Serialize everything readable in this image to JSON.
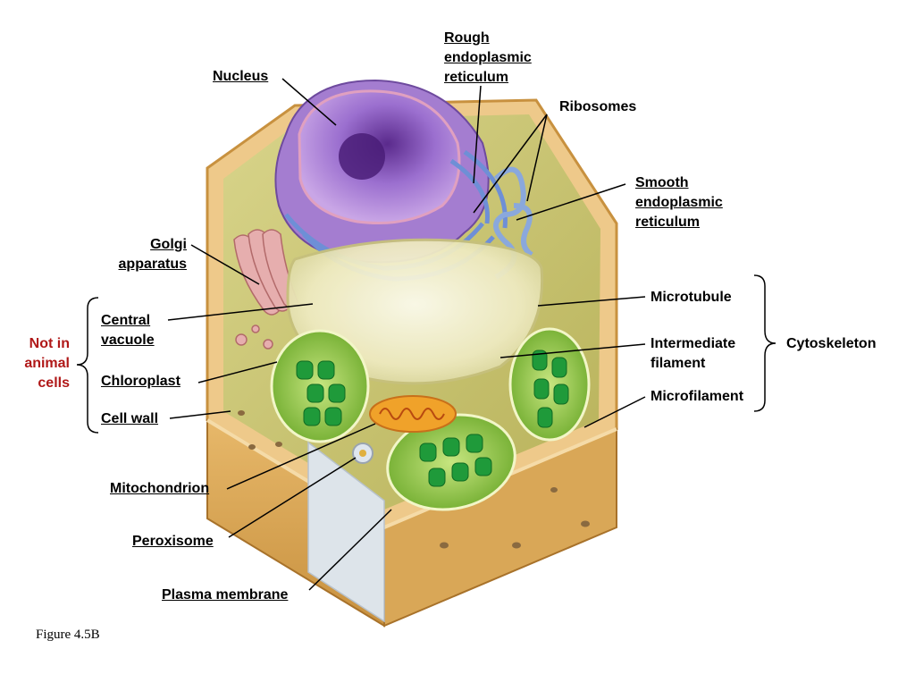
{
  "diagram": {
    "labels": {
      "nucleus": "Nucleus",
      "rough_er": [
        "Rough",
        "endoplasmic",
        "reticulum"
      ],
      "ribosomes": "Ribosomes",
      "smooth_er": [
        "Smooth",
        "endoplasmic",
        "reticulum"
      ],
      "golgi": [
        "Golgi",
        "apparatus"
      ],
      "central_vacuole": [
        "Central",
        "vacuole"
      ],
      "chloroplast": "Chloroplast",
      "cell_wall": "Cell wall",
      "mitochondrion": "Mitochondrion",
      "peroxisome": "Peroxisome",
      "plasma_membrane": "Plasma membrane",
      "microtubule": "Microtubule",
      "intermediate_filament": [
        "Intermediate",
        "filament"
      ],
      "microfilament": "Microfilament",
      "cytoskeleton": "Cytoskeleton",
      "not_in_animal_cells": [
        "Not in",
        "animal",
        "cells"
      ]
    },
    "caption": "Figure 4.5B",
    "colors": {
      "label_text": "#000000",
      "highlight_text": "#b01818",
      "cell_wall": "#d9a757",
      "cytoplasm": "#c7c36a",
      "nucleus": "#8a5fb8",
      "vacuole": "#f0eec9",
      "chloroplast": "#7cc033",
      "mitochondrion": "#f0a22a",
      "golgi": "#e3a8a8"
    }
  }
}
